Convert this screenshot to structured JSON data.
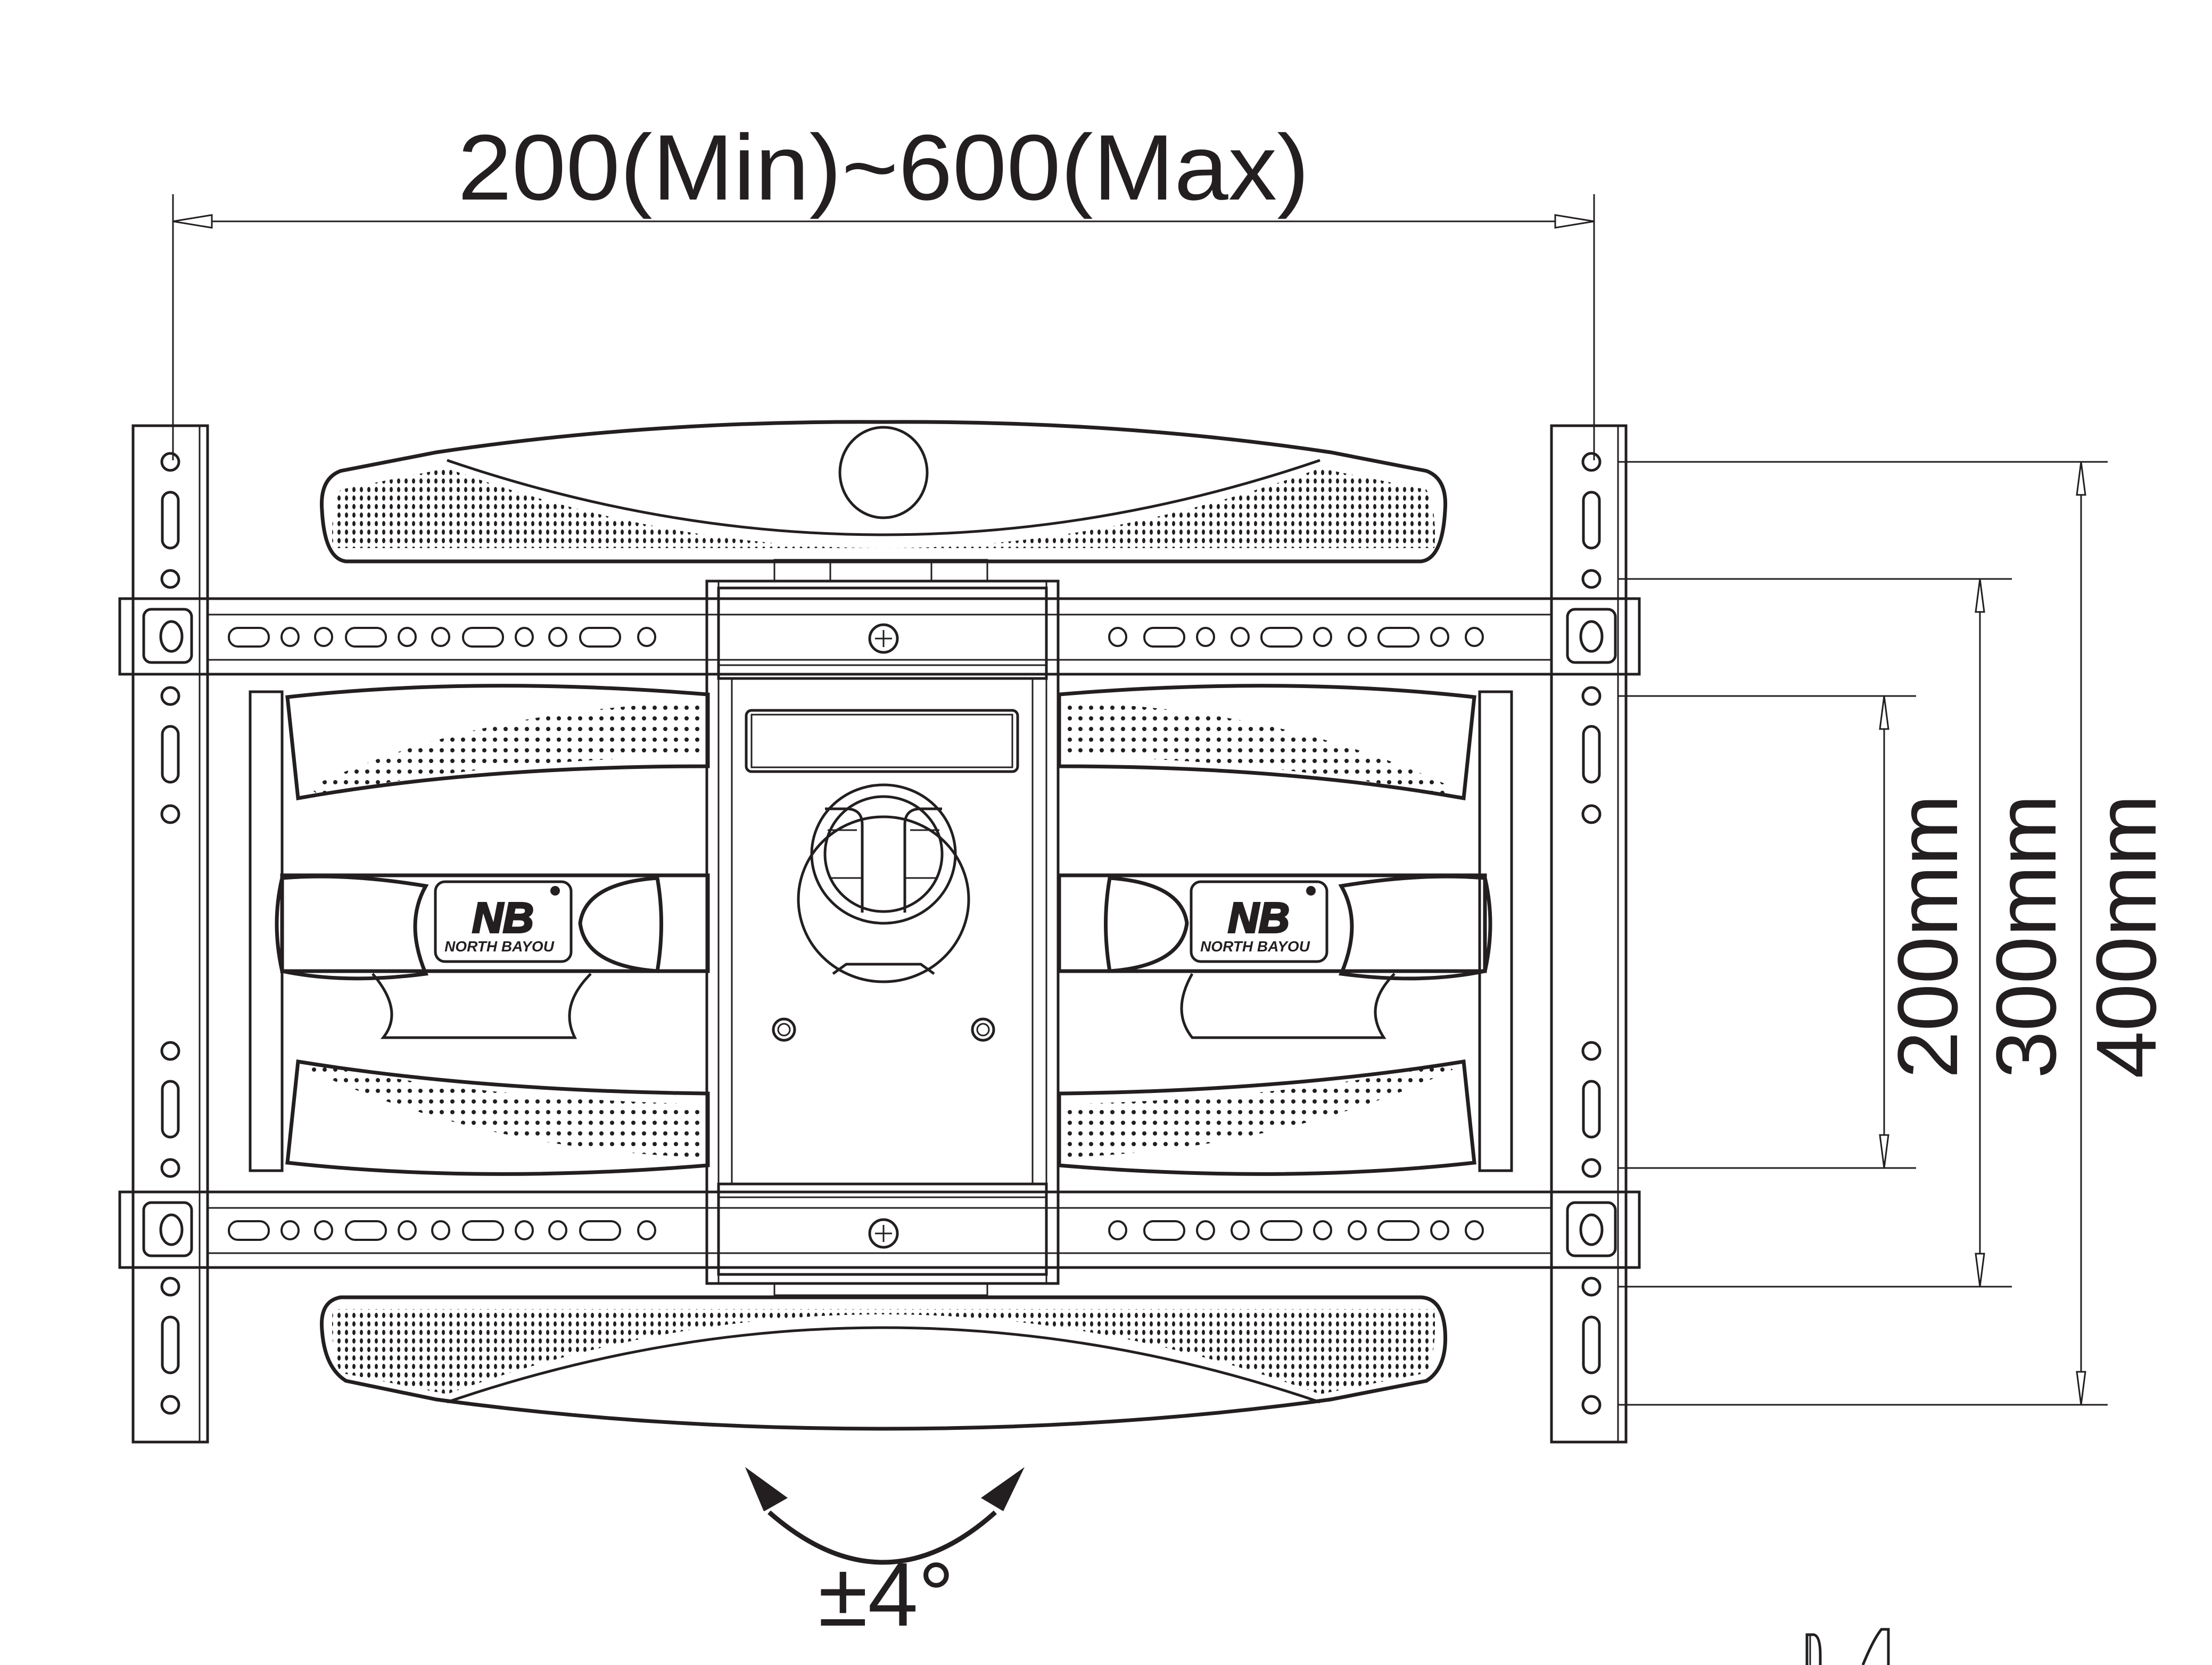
{
  "diagram": {
    "subject": "Full-motion TV wall mount bracket, front view with dimensions",
    "width_dimension": {
      "label": "200(Min)~600(Max)",
      "min_mm": 200,
      "max_mm": 600
    },
    "vertical_dimensions": [
      {
        "label": "200mm",
        "value_mm": 200
      },
      {
        "label": "300mm",
        "value_mm": 300
      },
      {
        "label": "400mm",
        "value_mm": 400
      }
    ],
    "tilt": {
      "label": "±4°",
      "degrees": 4,
      "icon": "double-headed-curved-arrow"
    },
    "logo": {
      "mark": "NB",
      "brand": "NORTH BAYOU"
    },
    "colors": {
      "line": "#231f20",
      "background": "#ffffff"
    }
  }
}
